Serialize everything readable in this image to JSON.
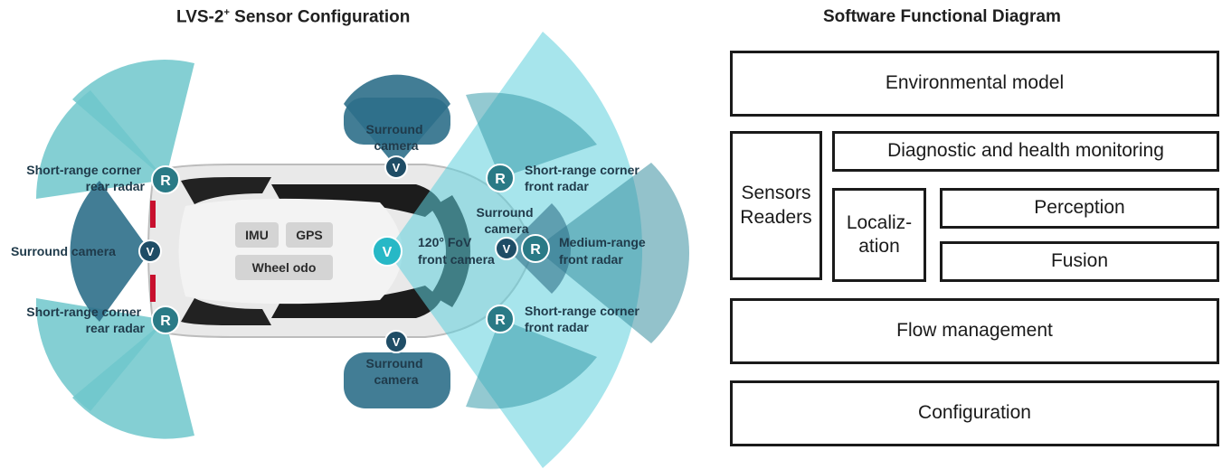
{
  "left_title": {
    "main": "LVS-2",
    "sup": "+",
    "rest": " Sensor Configuration"
  },
  "right_title": "Software Functional Diagram",
  "sensor_labels": {
    "rear_left_top": [
      "Short-range corner",
      "rear radar"
    ],
    "rear_cam": "Surround camera",
    "rear_left_bottom": [
      "Short-range corner",
      "rear radar"
    ],
    "top_cam": [
      "Surround",
      "camera"
    ],
    "bottom_cam": [
      "Surround",
      "camera"
    ],
    "front_cam": [
      "120° FoV",
      "front camera"
    ],
    "front_surround_cam": [
      "Surround",
      "camera"
    ],
    "front_corner_top": [
      "Short-range corner",
      "front radar"
    ],
    "front_corner_bottom": [
      "Short-range corner",
      "front radar"
    ],
    "medium_radar": [
      "Medium-range",
      "front radar"
    ]
  },
  "chips": {
    "imu": "IMU",
    "gps": "GPS",
    "wheel": "Wheel odo"
  },
  "badges": {
    "radar": "R",
    "vision": "V"
  },
  "colors": {
    "light_teal": "#6ec7cb",
    "dark_teal": "#2e6f89",
    "badge": "#2a7a86",
    "badge_bright": "#27b8c6",
    "cyan_fov": "#5fd0dc"
  },
  "modules": {
    "environmental": "Environmental model",
    "diagnostic": "Diagnostic and health monitoring",
    "sensors": [
      "Sensors",
      "Readers"
    ],
    "localization": [
      "Localiz-",
      "ation"
    ],
    "perception": "Perception",
    "fusion": "Fusion",
    "flow": "Flow management",
    "configuration": "Configuration"
  }
}
